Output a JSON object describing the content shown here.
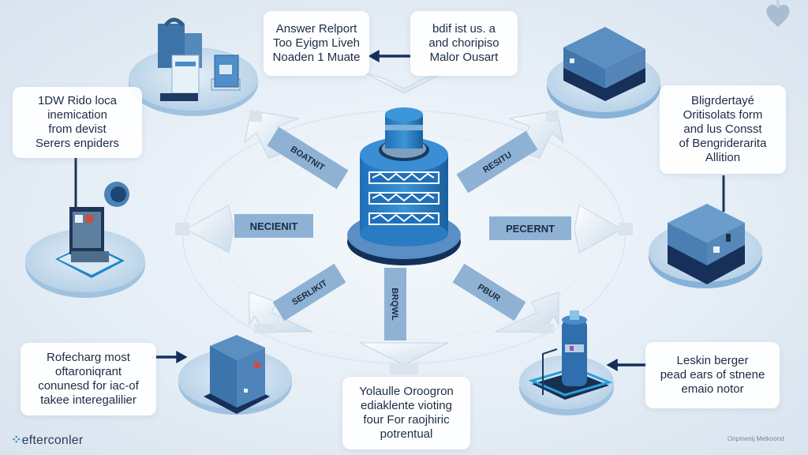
{
  "callouts": {
    "top_left": {
      "lines": [
        "Answer Relport",
        "Too Eyigm Liveh",
        "Noaden 1 Muate"
      ]
    },
    "top_right": {
      "lines": [
        "bdif ist us. a",
        "and choripiso",
        "Malor Ousart"
      ]
    },
    "left_upper": {
      "lines": [
        "1DW Rido loca",
        "inemication",
        "from devist",
        "Serers enpiders"
      ]
    },
    "right_upper": {
      "lines": [
        "Bligrdertayé",
        "Oritisolats form",
        "and lus Consst",
        "of Bengriderarita",
        "Allition"
      ]
    },
    "left_lower": {
      "lines": [
        "Rofecharg most",
        "oftaroniqrant",
        "conunesd for iac-of",
        "takee interegalilier"
      ]
    },
    "bottom_center": {
      "lines": [
        "Yolaulle Oroogron",
        "ediaklente vioting",
        "four For raojhiric",
        "potrentual"
      ]
    },
    "right_lower": {
      "lines": [
        "Leskin berger",
        "pead ears of stnene",
        "emaio notor"
      ]
    }
  },
  "arrow_labels": {
    "upper_left": "BOATNIT",
    "upper_right": "RESITU",
    "left": "NECIENIT",
    "right": "PECERNT",
    "lower_left": "SERLIKIT",
    "bottom": "BRQWL",
    "lower_right": "PBUR"
  },
  "brand": {
    "icon": "⁘",
    "text": "efterconler"
  },
  "credit": "Onpmenij Metkoond",
  "colors": {
    "primary": "#3f7fbf",
    "dark_navy": "#13305a",
    "light_blue": "#7fa8cf",
    "platform": "#bcd6ec",
    "label_fill": "#8fb2d4"
  }
}
